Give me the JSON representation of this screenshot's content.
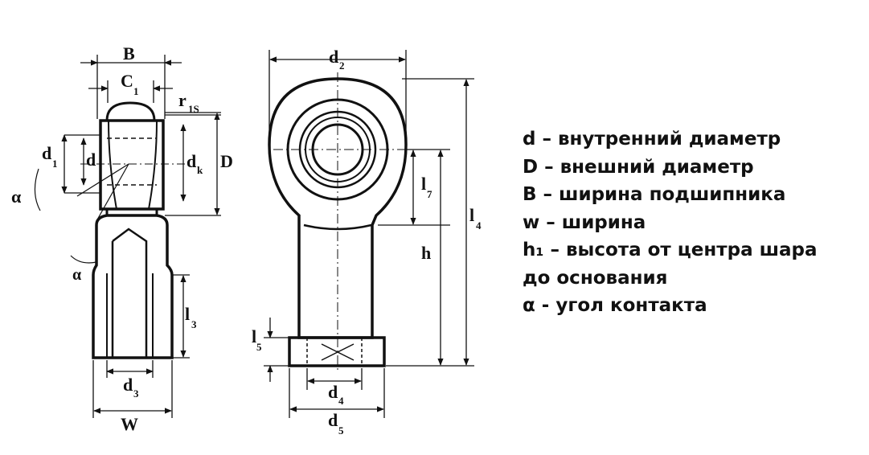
{
  "labels": {
    "B": "B",
    "C1": "C",
    "C1_sub": "1",
    "r1s": "r",
    "r1s_sub": "1S",
    "d1": "d",
    "d1_sub": "1",
    "d": "d",
    "dk": "d",
    "dk_sub": "k",
    "D": "D",
    "alpha": "α",
    "l3": "l",
    "l3_sub": "3",
    "d3": "d",
    "d3_sub": "3",
    "W": "W",
    "d2": "d",
    "d2_sub": "2",
    "l7": "l",
    "l7_sub": "7",
    "l4": "l",
    "l4_sub": "4",
    "h1": "h",
    "l5": "l",
    "l5_sub": "5",
    "d4": "d",
    "d4_sub": "4",
    "d5": "d",
    "d5_sub": "5"
  },
  "legend": [
    "d – внутренний диаметр",
    "D – внешний диаметр",
    "B – ширина подшипника",
    "w – ширина",
    "h₁ – высота от центра шара",
    "до основания",
    "α - угол контакта"
  ],
  "colors": {
    "line": "#111111",
    "background": "#ffffff"
  }
}
